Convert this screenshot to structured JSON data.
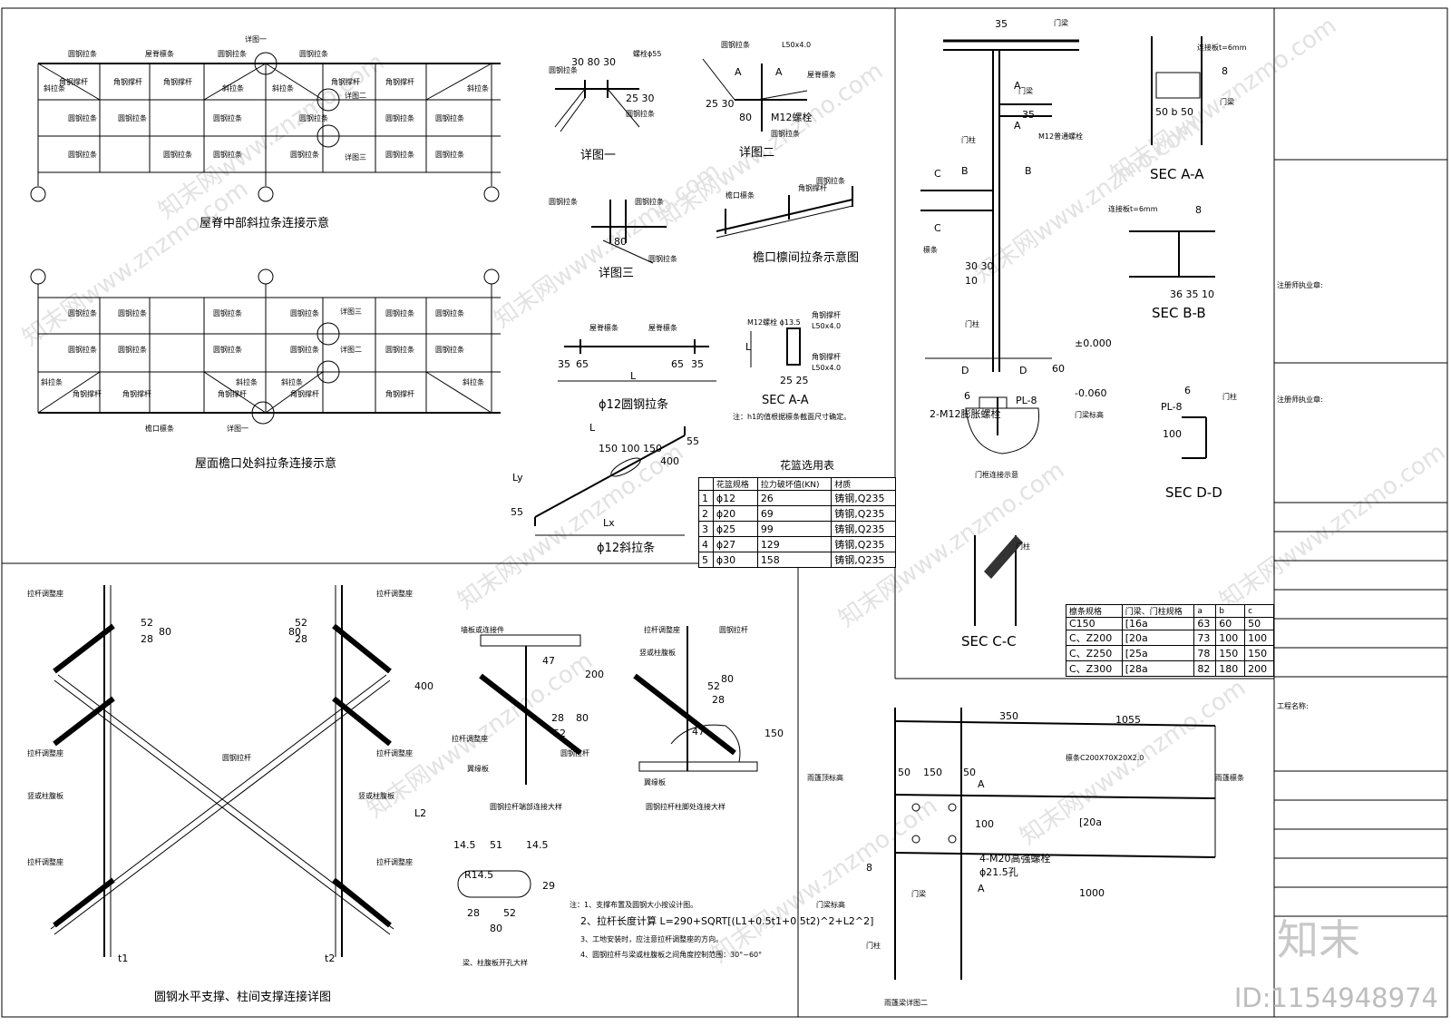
{
  "captions": {
    "ridge": "屋脊中部斜拉条连接示意",
    "eave": "屋面檐口处斜拉条连接示意",
    "detail1": "详图一",
    "detail2": "详图二",
    "detail3": "详图三",
    "eave_purlin": "檐口檩间拉条示意图",
    "rod12": "ϕ12圆钢拉条",
    "sec_aa_small": "SEC A-A",
    "diag_rod": "ϕ12斜拉条",
    "column_conn": "门框连接示意",
    "sec_aa": "SEC A-A",
    "sec_bb": "SEC B-B",
    "sec_cc": "SEC C-C",
    "sec_dd": "SEC D-D",
    "bracing": "圆钢水平支撑、柱间支撑连接详图",
    "beam_end": "圆钢拉杆端部连接大样",
    "col_base": "圆钢拉杆柱脚处连接大样",
    "hole": "梁、柱腹板开孔大样",
    "canopy": "雨篷梁详图二"
  },
  "labels": {
    "round_tie": "圆钢拉条",
    "angle_strut": "角钢撑杆",
    "diag_tie": "斜拉条",
    "ridge_purlin": "屋脊檩条",
    "eave_purlin": "檐口檩条",
    "detail_1": "详图一",
    "detail_2": "详图二",
    "detail_3": "详图三",
    "note_h1": "注：h1的值根据檩条截面尺寸确定。",
    "door_beam": "门梁",
    "door_col": "门柱",
    "purlin": "檩条",
    "m12": "M12普通螺栓",
    "pl8": "PL-8",
    "m12_anchor": "2-M12膨胀螺栓",
    "pt_0": "±0.000",
    "pt_m": "-0.060",
    "conn_plate": "连接板t=6mm",
    "purlin_c": "檩条C200X70X20X2.0",
    "m20": "4-M20高强螺栓",
    "hole_d": "ϕ21.5孔",
    "ch20": "[20a",
    "canopy_purlin": "雨篷檩条",
    "canopy_elev": "雨篷顶标高",
    "door_elev": "门梁标高",
    "round_rod": "圆钢拉杆",
    "adj_seat": "拉杆调整座",
    "col_brace_plate": "竖或柱腹板",
    "flange": "翼缘板",
    "wall_conn": "墙板或连接件",
    "bolt_55": "螺栓ϕ55",
    "m12_bolt": "M12螺栓",
    "m12_hole": "M12螺栓 ϕ13.5",
    "angle": "L50x4.0"
  },
  "dims": {
    "d30_80_30": "30 80 30",
    "d55": "55",
    "d25_30": "25 30",
    "d80": "80",
    "d35": "35",
    "d65": "65",
    "dL": "L",
    "d150_100_150": "150 100 150",
    "d400": "400",
    "dLx": "Lx",
    "dLy": "Ly",
    "d2525": "25 25",
    "d200": "200",
    "d150": "150",
    "d47": "47",
    "d52": "52",
    "d28": "28",
    "d14_5": "14.5",
    "d51": "51",
    "dR": "R14.5",
    "d29": "29",
    "dL2": "L2",
    "dt1": "t1",
    "dt2": "t2",
    "d350": "350",
    "d1055": "1055",
    "d1000": "1000",
    "d100": "100",
    "d50": "50",
    "d150b": "150",
    "d3030": "30 30",
    "d10": "10",
    "d60": "60",
    "d8": "8",
    "d6": "6",
    "d363510": "36 35 10",
    "d50b50": "50  b  50"
  },
  "hua_table": {
    "title": "花篮选用表",
    "headers": [
      "",
      "花篮规格",
      "拉力破坏值(KN)",
      "材质"
    ],
    "rows": [
      [
        "1",
        "ϕ12",
        "26",
        "铸钢,Q235"
      ],
      [
        "2",
        "ϕ20",
        "69",
        "铸钢,Q235"
      ],
      [
        "3",
        "ϕ25",
        "99",
        "铸钢,Q235"
      ],
      [
        "4",
        "ϕ27",
        "129",
        "铸钢,Q235"
      ],
      [
        "5",
        "ϕ30",
        "158",
        "铸钢,Q235"
      ]
    ]
  },
  "purlin_table": {
    "headers": [
      "檩条规格",
      "门梁、门柱规格",
      "a",
      "b",
      "c"
    ],
    "rows": [
      [
        "C150",
        "[16a",
        "63",
        "60",
        "50"
      ],
      [
        "C、Z200",
        "[20a",
        "73",
        "100",
        "100"
      ],
      [
        "C、Z250",
        "[25a",
        "78",
        "150",
        "150"
      ],
      [
        "C、Z300",
        "[28a",
        "82",
        "180",
        "200"
      ]
    ]
  },
  "notes": [
    "注：1、支撑布置及圆钢大小按设计图。",
    "2、拉杆长度计算 L=290+SQRT[(L1+0.5t1+0.5t2)^2+L2^2]",
    "3、工地安装时，应注意拉杆调整座的方向。",
    "4、圆钢拉杆与梁或柱腹板之间角度控制范围：30°~60°"
  ],
  "title_block": {
    "reg1": "注册师执业章:",
    "reg2": "注册师执业章:",
    "project": "工程名称:"
  },
  "watermark": {
    "id": "ID:1154948974",
    "logo": "知末",
    "site": "知末网www.znzmo.com"
  }
}
